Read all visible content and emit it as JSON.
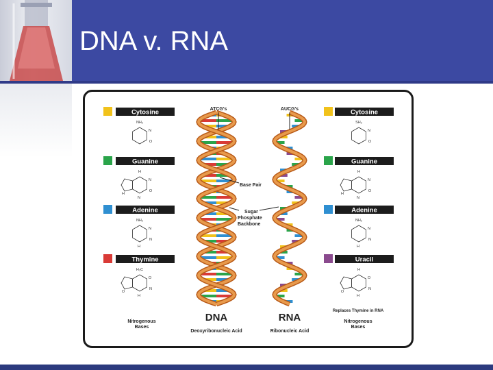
{
  "slide": {
    "title": "DNA v. RNA"
  },
  "legend_left": [
    {
      "label": "Cytosine",
      "color": "#f1c21b",
      "struct": [
        "NH₂",
        "N",
        "O"
      ]
    },
    {
      "label": "Guanine",
      "color": "#2aa44a",
      "struct": [
        "H",
        "N",
        "O",
        "N",
        "H"
      ]
    },
    {
      "label": "Adenine",
      "color": "#2f8fd1",
      "struct": [
        "NH₂",
        "N",
        "N",
        "H"
      ]
    },
    {
      "label": "Thymine",
      "color": "#d93a36",
      "struct": [
        "H₃C",
        "O",
        "N",
        "H",
        "O"
      ]
    }
  ],
  "legend_right": [
    {
      "label": "Cytosine",
      "color": "#f1c21b",
      "struct": [
        "SH₂",
        "N",
        "O"
      ]
    },
    {
      "label": "Guanine",
      "color": "#2aa44a",
      "struct": [
        "H",
        "N",
        "O",
        "N",
        "H"
      ]
    },
    {
      "label": "Adenine",
      "color": "#2f8fd1",
      "struct": [
        "NH₂",
        "N",
        "N",
        "H"
      ]
    },
    {
      "label": "Uracil",
      "color": "#8a4a8e",
      "struct": [
        "H",
        "O",
        "N",
        "H",
        "O"
      ]
    }
  ],
  "annotations": {
    "atcg": "ATCG's",
    "aucg": "AUCG's",
    "base_pair": "Base Pair",
    "backbone_line1": "Sugar",
    "backbone_line2": "Phosphate",
    "backbone_line3": "Backbone",
    "replaces": "Replaces Thymine in RNA"
  },
  "captions": {
    "dna": "DNA",
    "dna_full": "Deoxyribonucleic Acid",
    "rna": "RNA",
    "rna_full": "Ribonucleic Acid",
    "nitro_left_1": "Nitrogenous",
    "nitro_left_2": "Bases",
    "nitro_right_1": "Nitrogenous",
    "nitro_right_2": "Bases"
  },
  "colors": {
    "header": "#3c49a2",
    "backbone": "#e07a2c",
    "frame": "#1a1a1a"
  }
}
